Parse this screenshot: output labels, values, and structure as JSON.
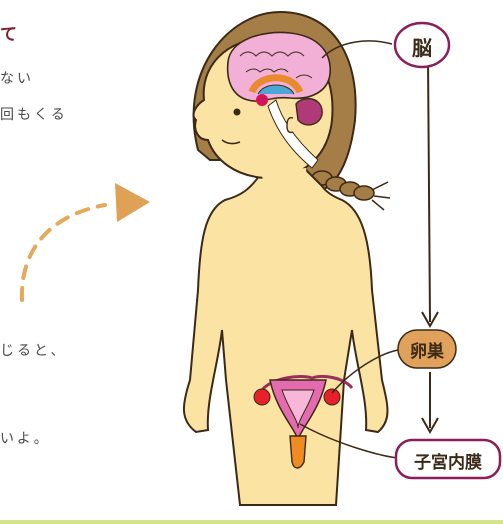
{
  "text": {
    "heading": "て",
    "line1": "ない",
    "line2": "回もくる",
    "line3": "じると、",
    "line4": "いよ。"
  },
  "labels": {
    "brain": "脳",
    "ovary": "卵巣",
    "endometrium": "子宮内膜"
  },
  "colors": {
    "skin": "#fbe3a4",
    "hair": "#a57d46",
    "brain": "#f3b0d6",
    "ovary_badge": "#e0a15a",
    "label_border": "#8b1e5b",
    "arrow_dashed": "#e6a85b",
    "bottom_line": "#d4e48a",
    "heading": "#7a1f2b"
  }
}
